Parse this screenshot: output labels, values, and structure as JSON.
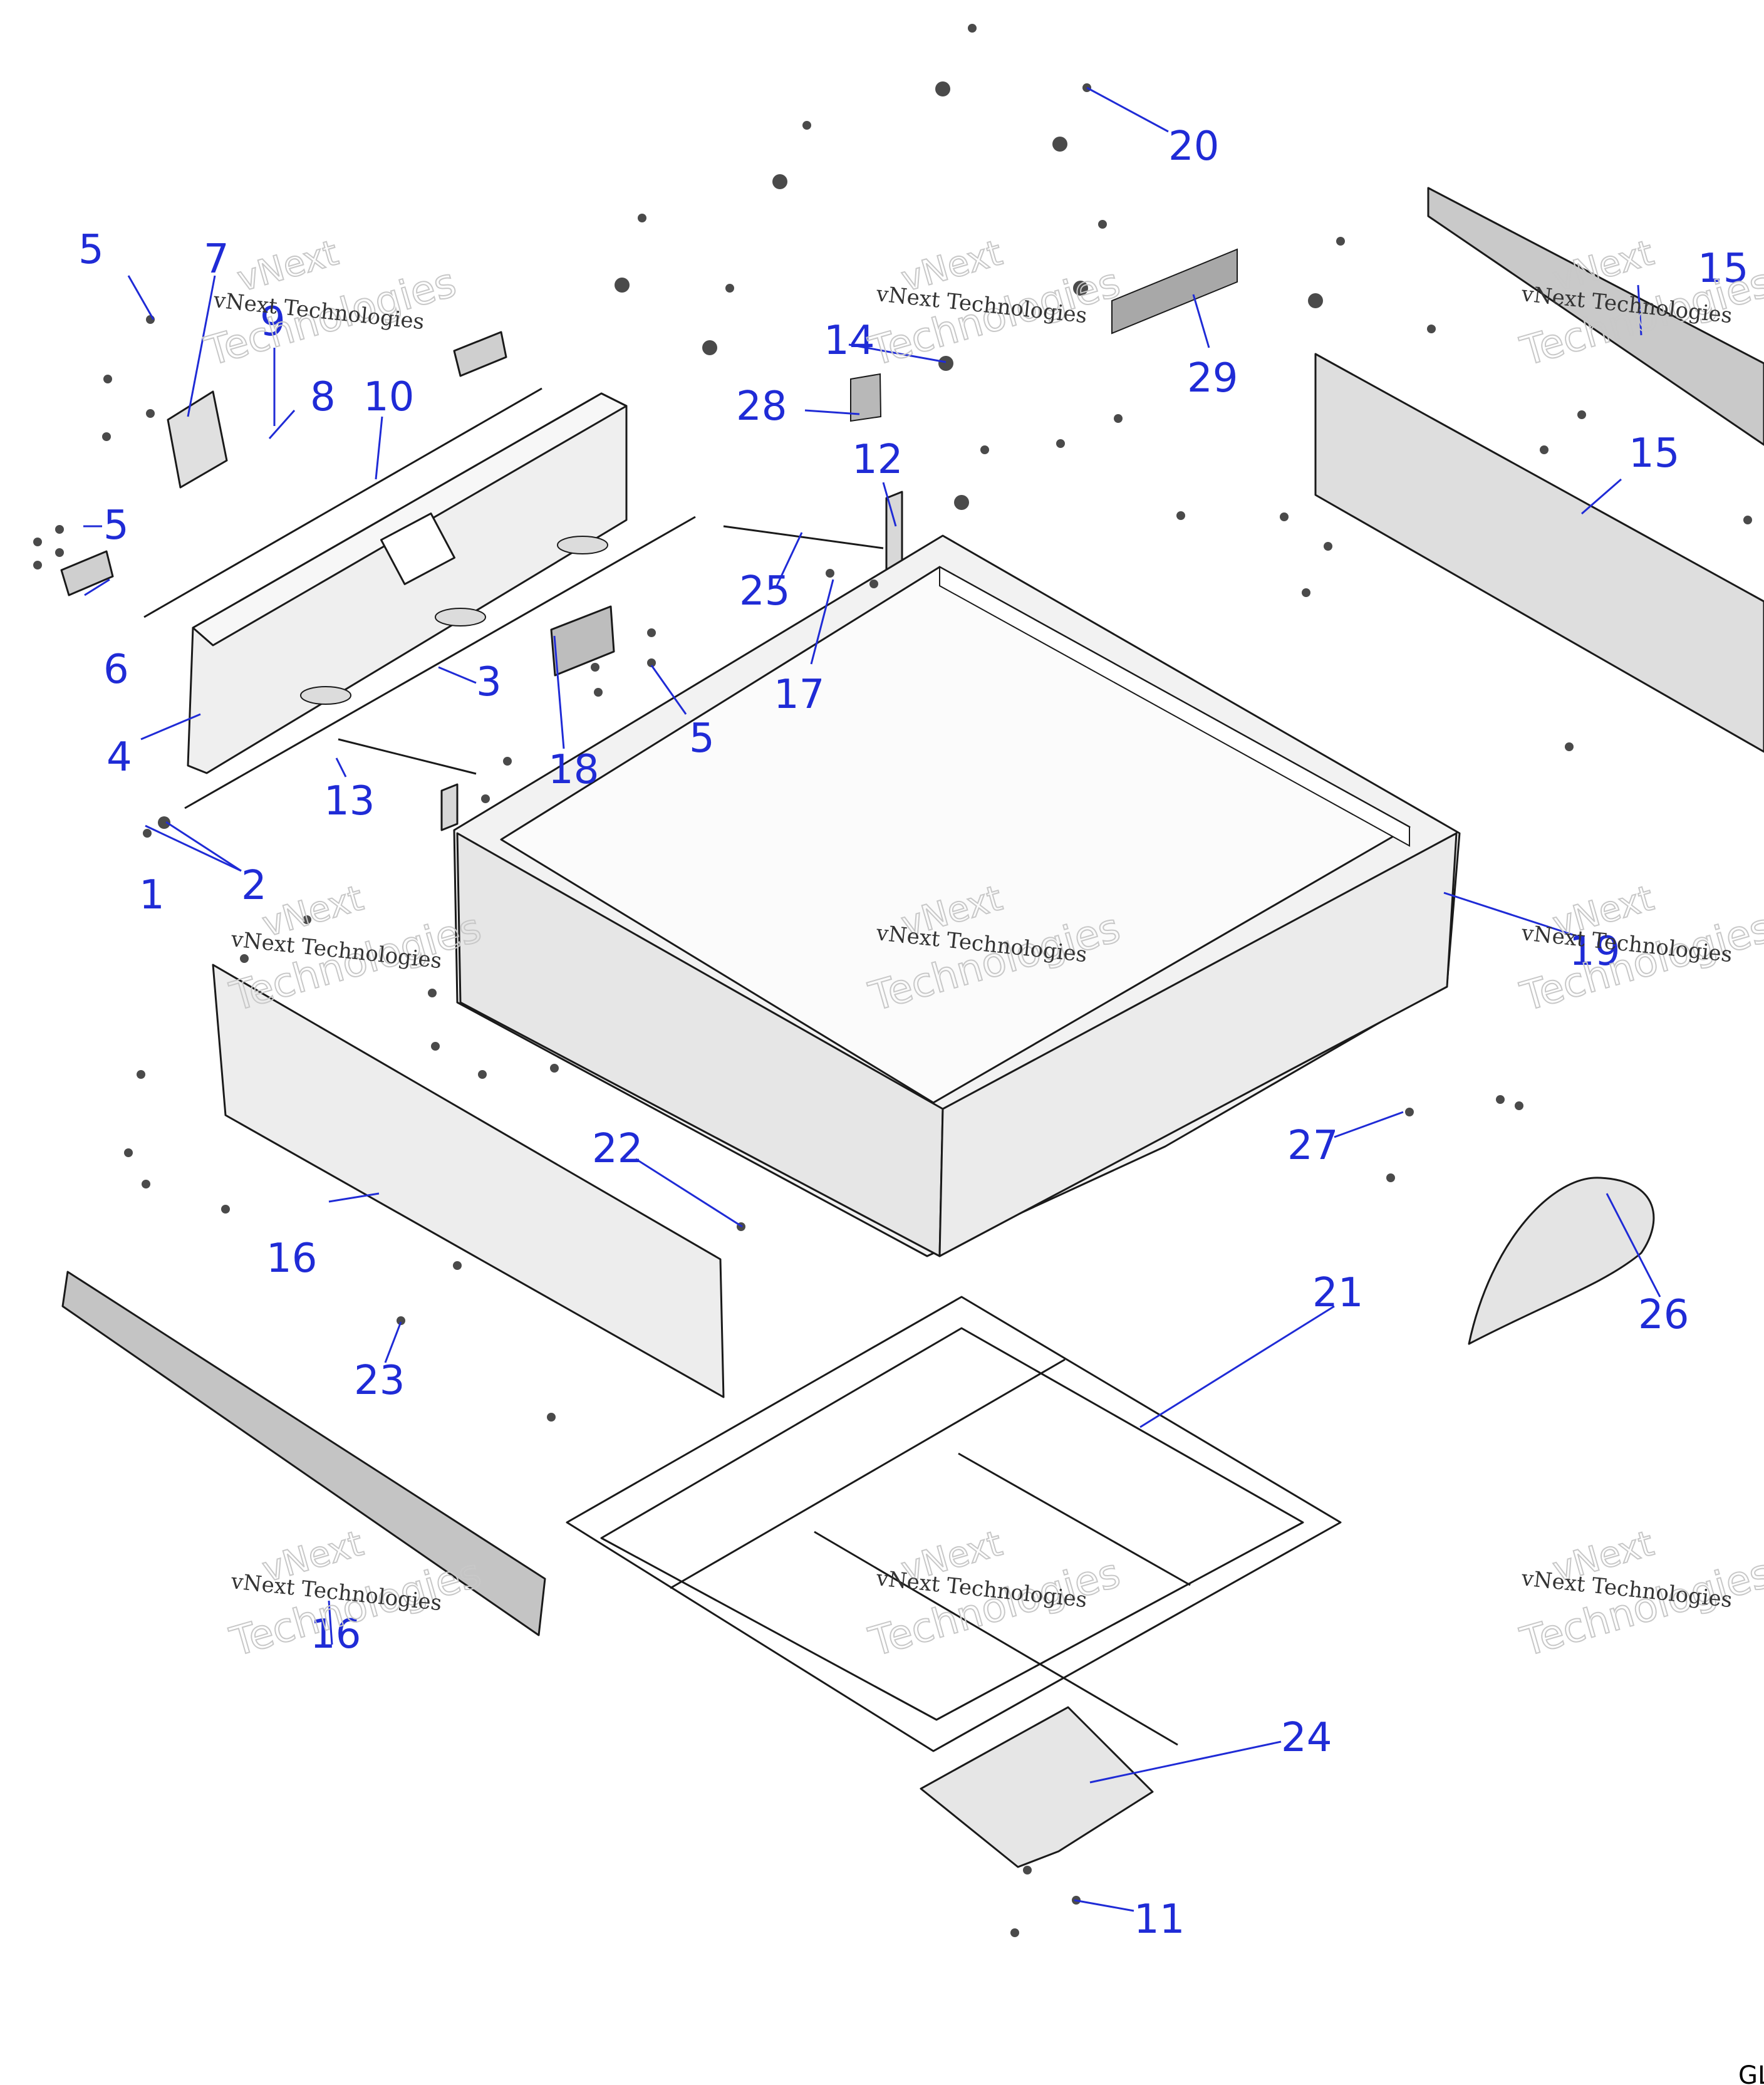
{
  "diagram": {
    "callouts": [
      "1",
      "2",
      "3",
      "4",
      "5",
      "5",
      "5",
      "6",
      "7",
      "8",
      "9",
      "10",
      "11",
      "12",
      "13",
      "14",
      "15",
      "15",
      "16",
      "16",
      "17",
      "18",
      "19",
      "20",
      "21",
      "22",
      "23",
      "24",
      "25",
      "26",
      "27",
      "28",
      "29"
    ],
    "watermark": {
      "line1": "vNext Technologies",
      "line2": "Technologies",
      "line0": "vNext"
    },
    "corner_code": "GL"
  }
}
